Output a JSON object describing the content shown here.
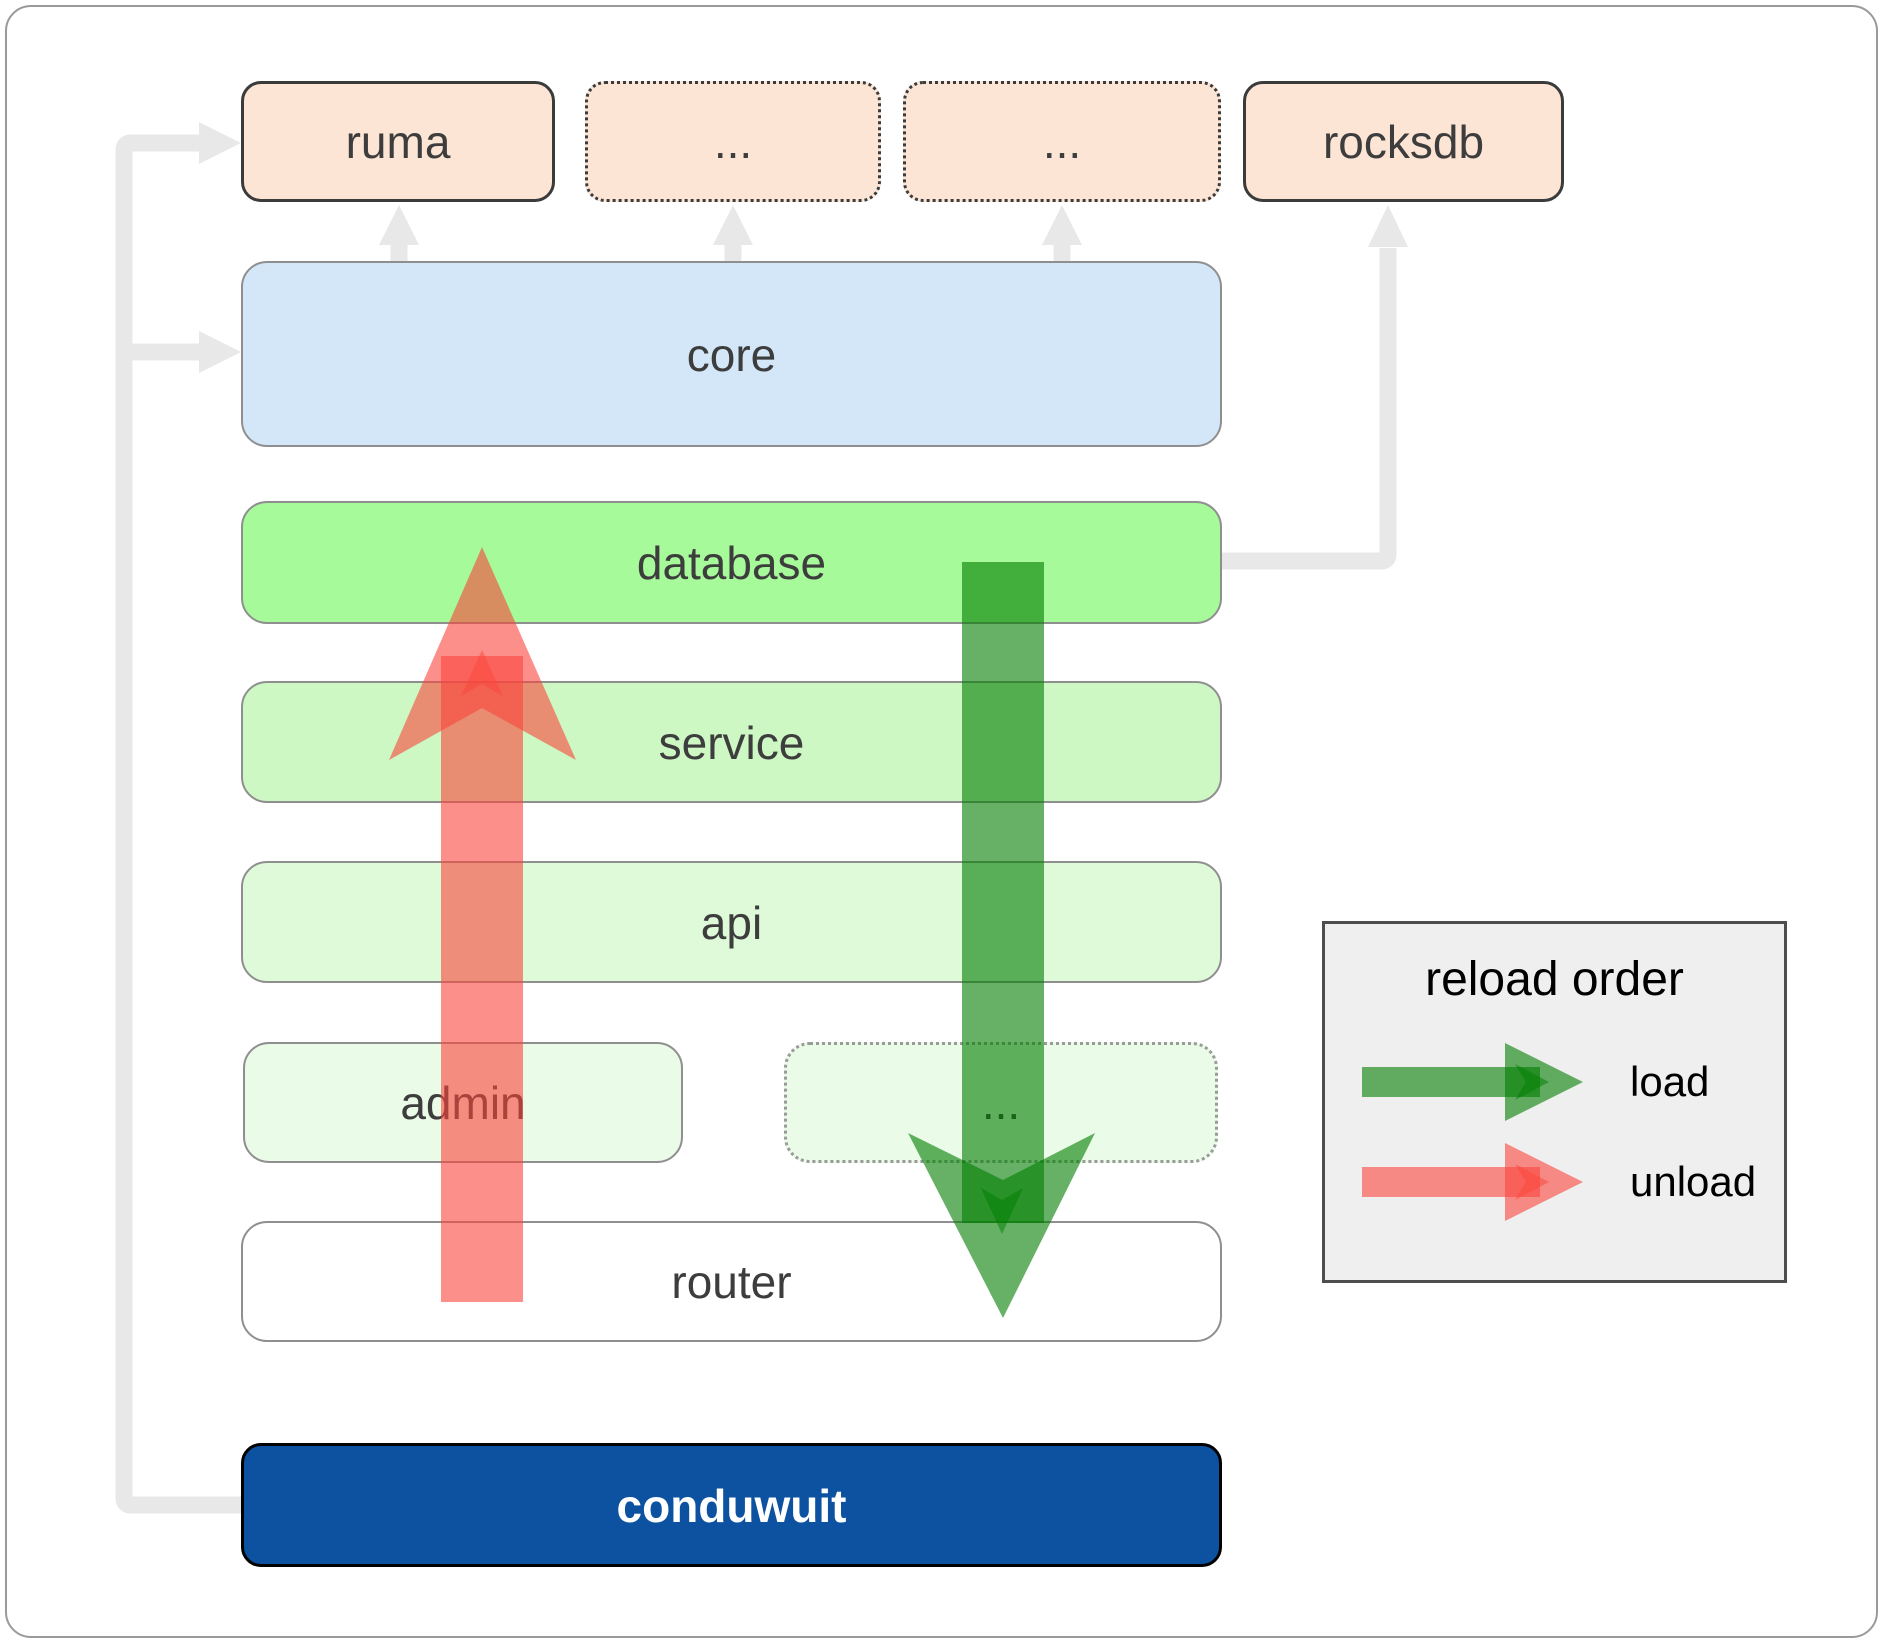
{
  "diagram": {
    "title_hint": "conduwuit architecture reload-order diagram",
    "nodes": {
      "ruma": {
        "label": "ruma"
      },
      "ext_top_1": {
        "label": "..."
      },
      "ext_top_2": {
        "label": "..."
      },
      "rocksdb": {
        "label": "rocksdb"
      },
      "core": {
        "label": "core"
      },
      "database": {
        "label": "database"
      },
      "service": {
        "label": "service"
      },
      "api": {
        "label": "api"
      },
      "admin": {
        "label": "admin"
      },
      "ext_admin": {
        "label": "..."
      },
      "router": {
        "label": "router"
      },
      "conduwuit": {
        "label": "conduwuit"
      }
    },
    "legend": {
      "title": "reload order",
      "load_label": "load",
      "unload_label": "unload"
    },
    "colors": {
      "load_arrow": "#007d00",
      "unload_arrow": "#fa453c",
      "connector_gray": "#e8e8e8",
      "peach_fill": "#fce5d4",
      "core_fill": "#d4e7f9",
      "database_fill": "#a6fa99",
      "service_fill": "#cdf7c3",
      "api_fill": "#defad9",
      "admin_fill": "#eafbe7",
      "conduwuit_fill": "#0d52a0",
      "legend_bg": "#efefef"
    }
  }
}
